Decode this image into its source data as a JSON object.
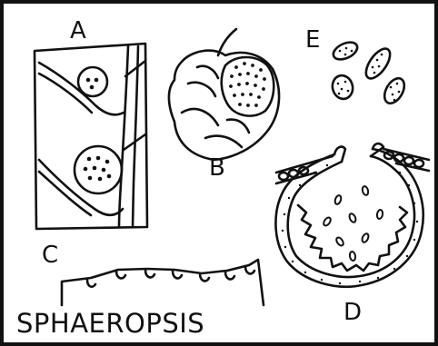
{
  "panel_labels": {
    "a": "A",
    "b": "B",
    "c": "C",
    "d": "D",
    "e": "E"
  },
  "caption": "SPHAEROPSIS",
  "colors": {
    "ink": "#111111",
    "paper": "#ffffff"
  }
}
